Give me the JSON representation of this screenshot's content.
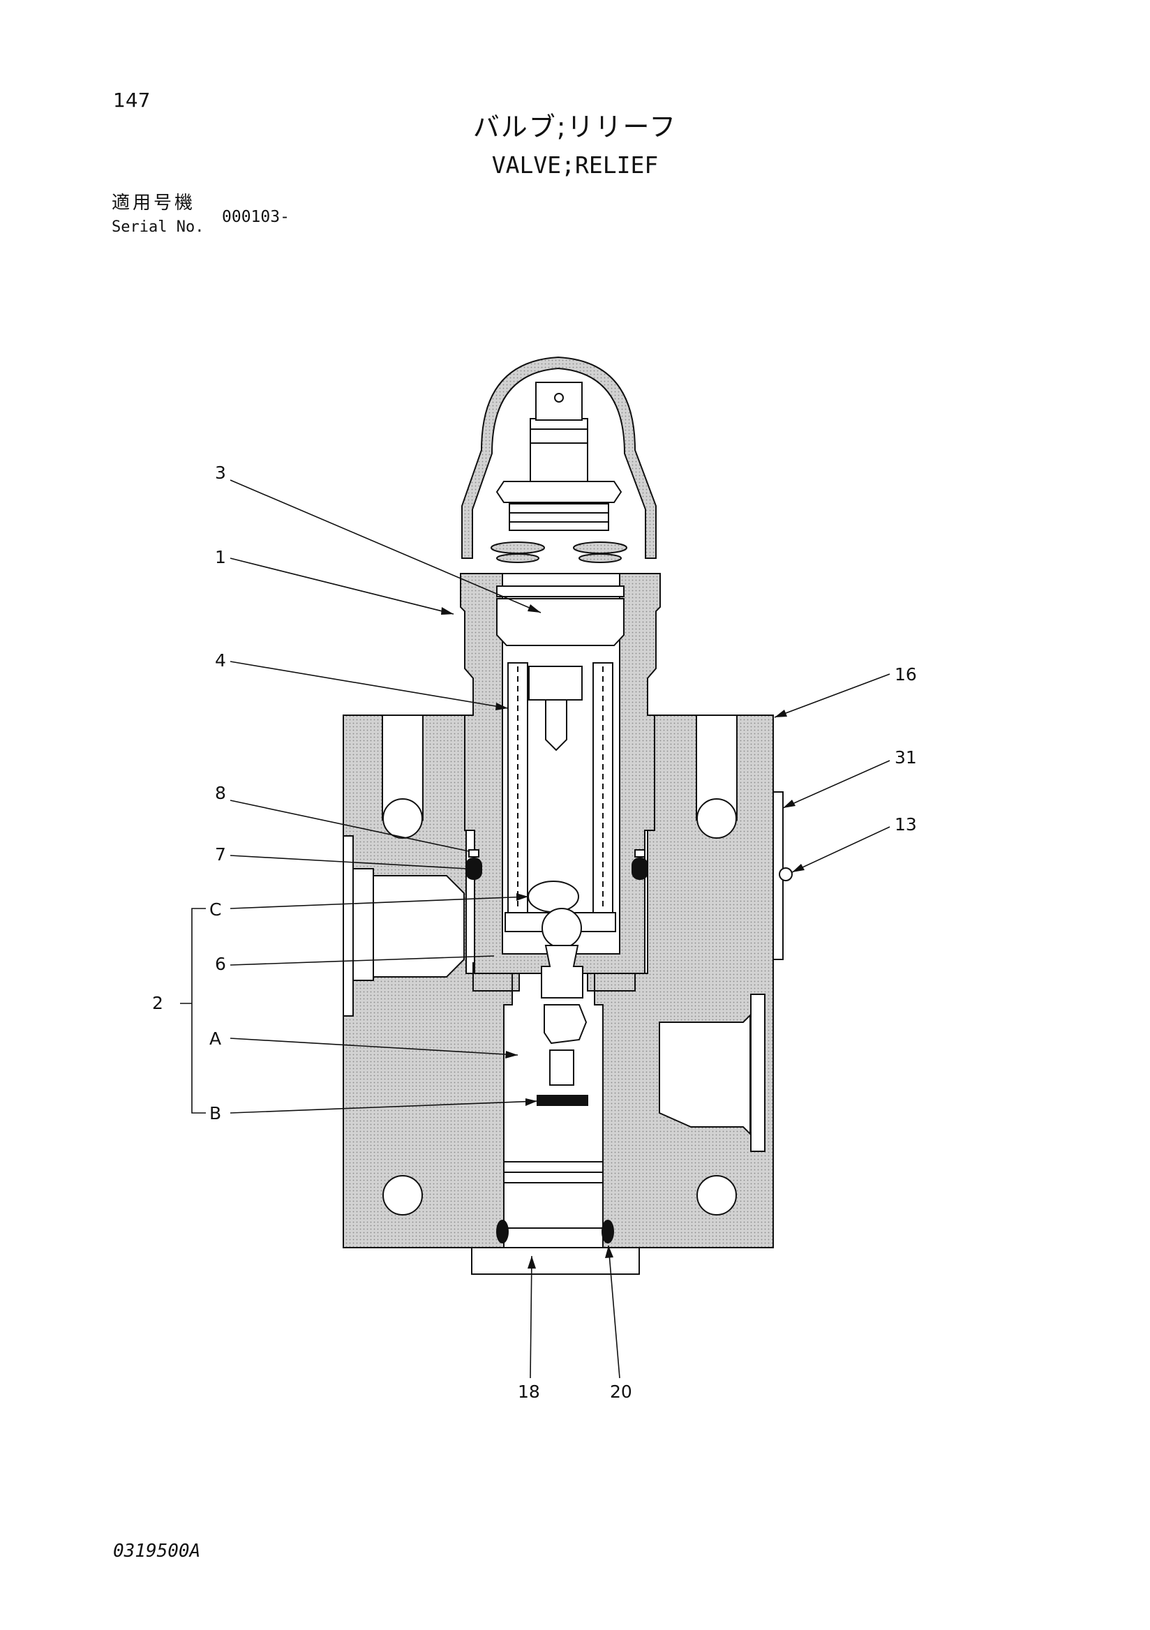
{
  "header": {
    "page_number": "147",
    "title_jp": "バルブ;リリーフ",
    "title_en": "VALVE;RELIEF",
    "serial_label_jp": "適用号機",
    "serial_label_en": "Serial No.",
    "serial_value": "000103-"
  },
  "callouts": {
    "c3": "3",
    "c1": "1",
    "c4": "4",
    "c16": "16",
    "c31": "31",
    "c13": "13",
    "c8": "8",
    "c7": "7",
    "cC": "C",
    "c6": "6",
    "c2": "2",
    "cA": "A",
    "cB": "B",
    "c18": "18",
    "c20": "20"
  },
  "footer": {
    "drawing_code": "0319500A"
  },
  "colors": {
    "ink": "#111111",
    "section_fill": "#c9c9c9",
    "paper": "#ffffff"
  }
}
